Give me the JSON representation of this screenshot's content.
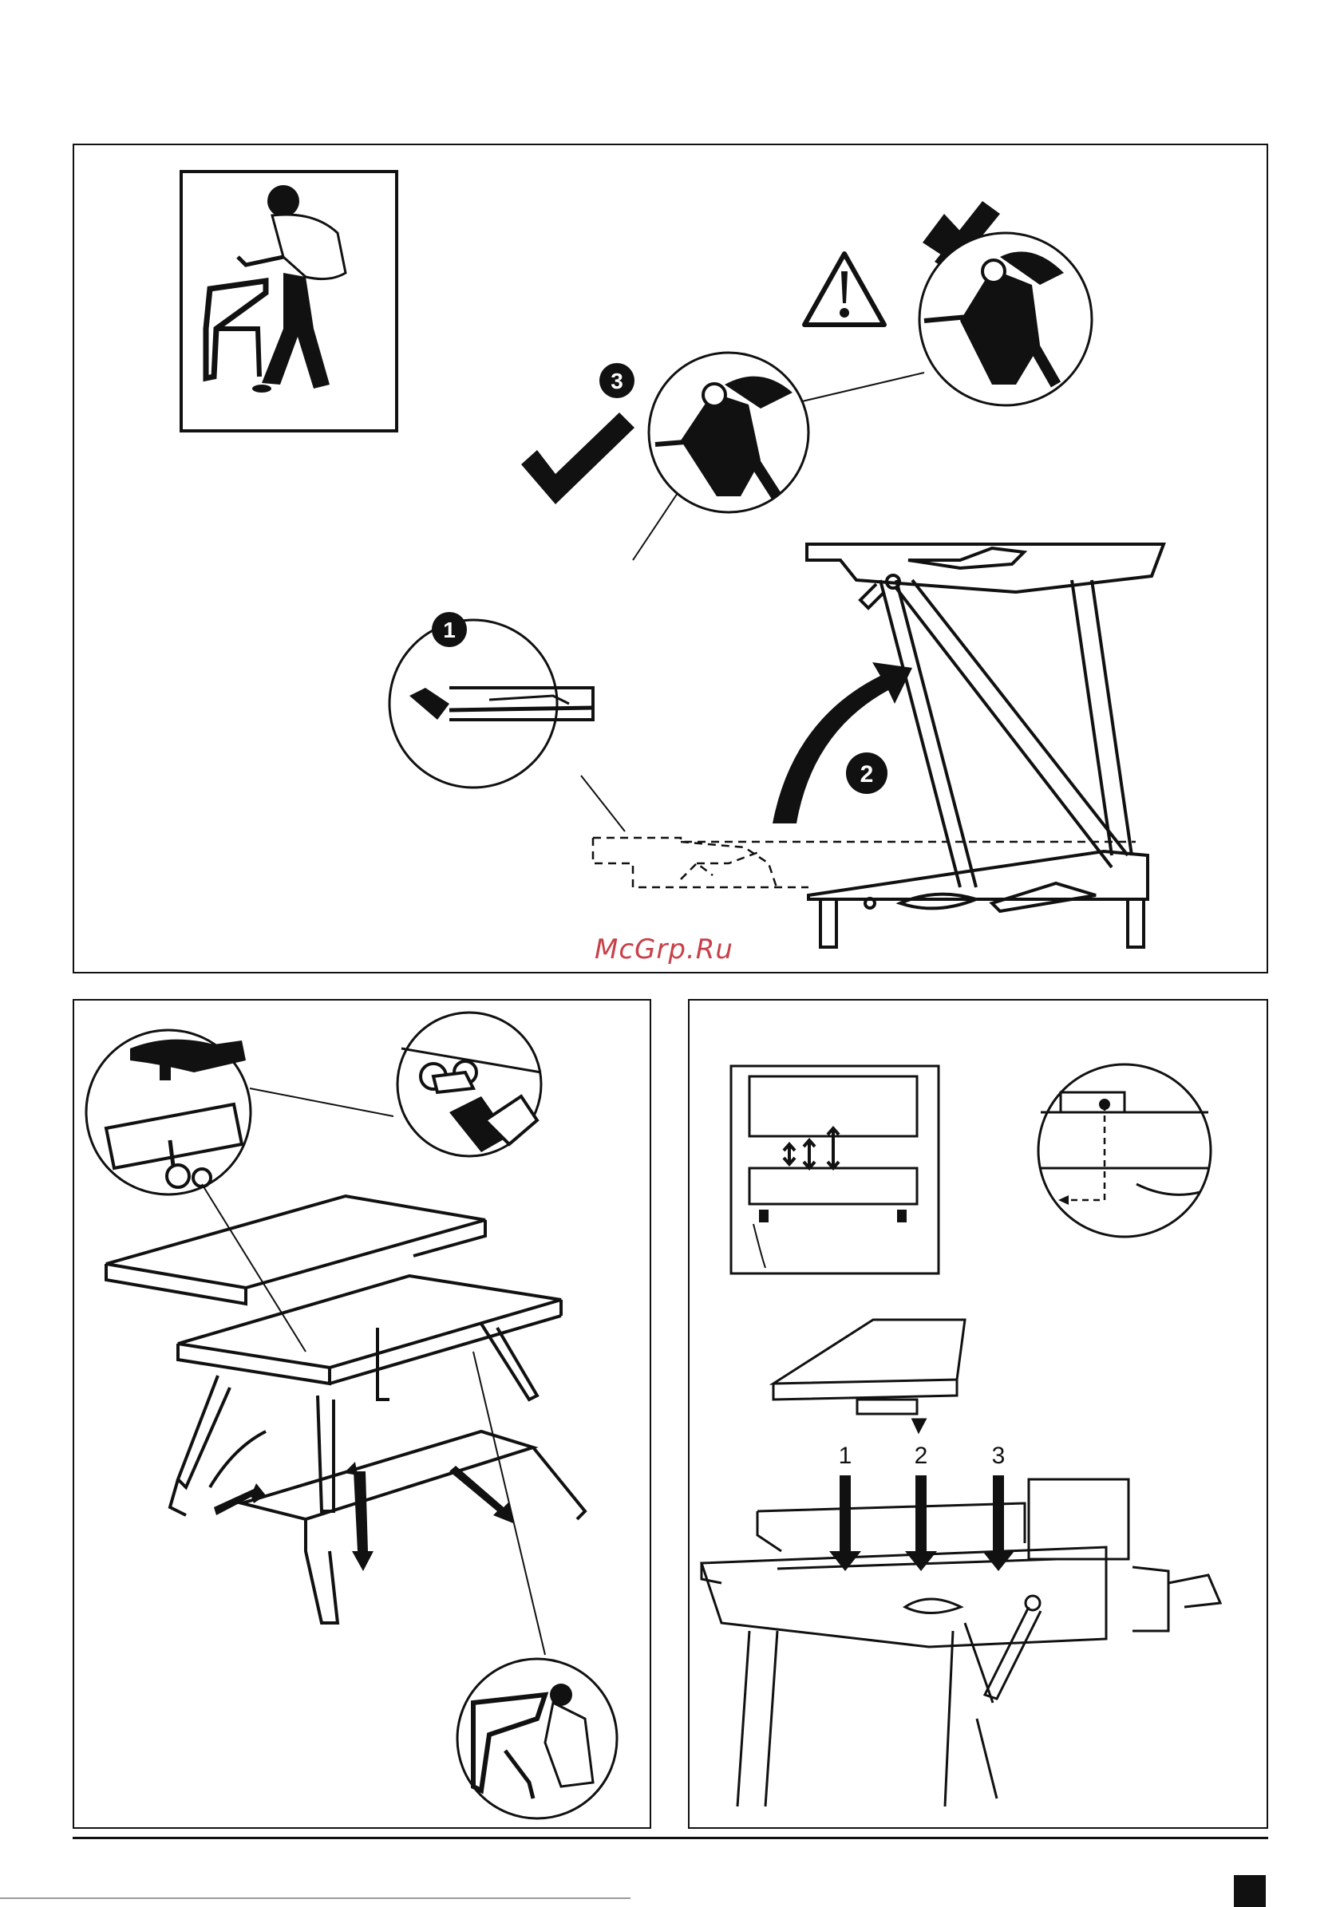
{
  "watermark": "McGrp.Ru",
  "panel_top": {
    "badges": [
      "1",
      "2",
      "3"
    ]
  },
  "panel_bottom_right": {
    "position_labels": [
      "1",
      "2",
      "3"
    ]
  },
  "icons": {
    "warning": "warning-triangle-icon",
    "correct": "checkmark-icon",
    "wrong": "cross-icon"
  }
}
